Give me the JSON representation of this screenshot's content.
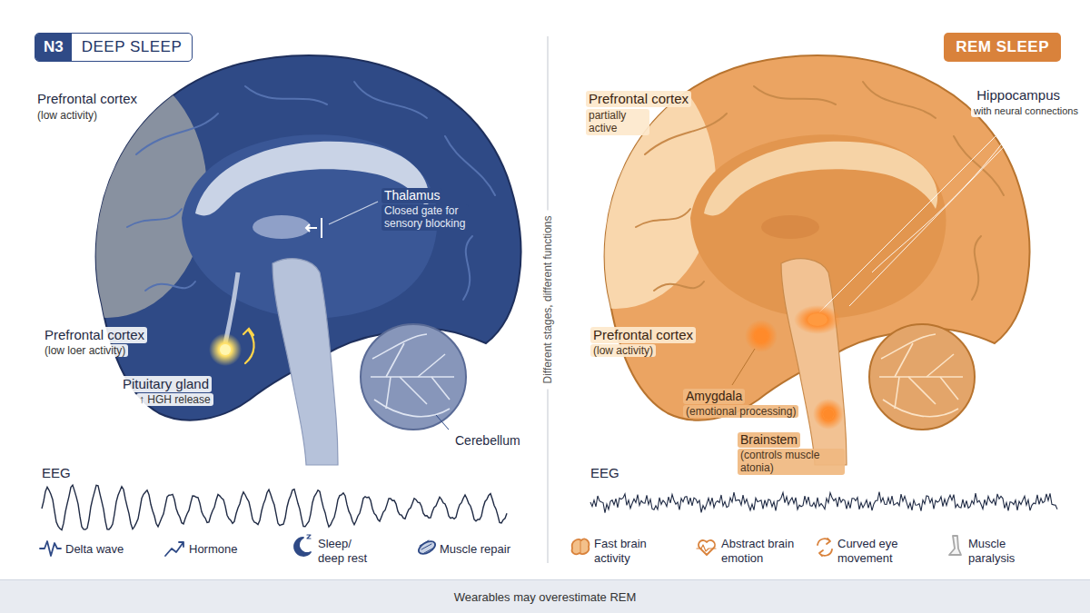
{
  "diagram": {
    "nodes": [
      {
        "text": [
          "DEEP SLEEP"
        ]
      },
      {
        "text": [
          "N3"
        ],
        "in": 0
      },
      {
        "text": [
          "REM SLEEP"
        ]
      },
      {
        "text": [
          "Wearables may overestimate REM"
        ]
      }
    ],
    "labels": [
      "Prefrontal cortex",
      "(low activity)",
      "Thalamus",
      "Closed gate for sensory blocking",
      "Prefrontal cortex",
      "(low loer activity)",
      "Pituitary gland",
      "↑ HGH release",
      "Cerebellum",
      "EEG",
      "Delta wave",
      "Hormone",
      "Sleep/ deep rest",
      "Muscle repair",
      "Different stages, different functions",
      "Prefrontal cortex",
      "partially active",
      "Hippocampus",
      "with neural connections",
      "Prefrontal cortex",
      "(low activity)",
      "Amygdala",
      "(emotional processing)",
      "Brainstem",
      "(controls muscle atonia)",
      "EEG",
      "Fast brain activity",
      "Abstract brain emotion",
      "Curved eye movement",
      "Muscle paralysis"
    ]
  }
}
